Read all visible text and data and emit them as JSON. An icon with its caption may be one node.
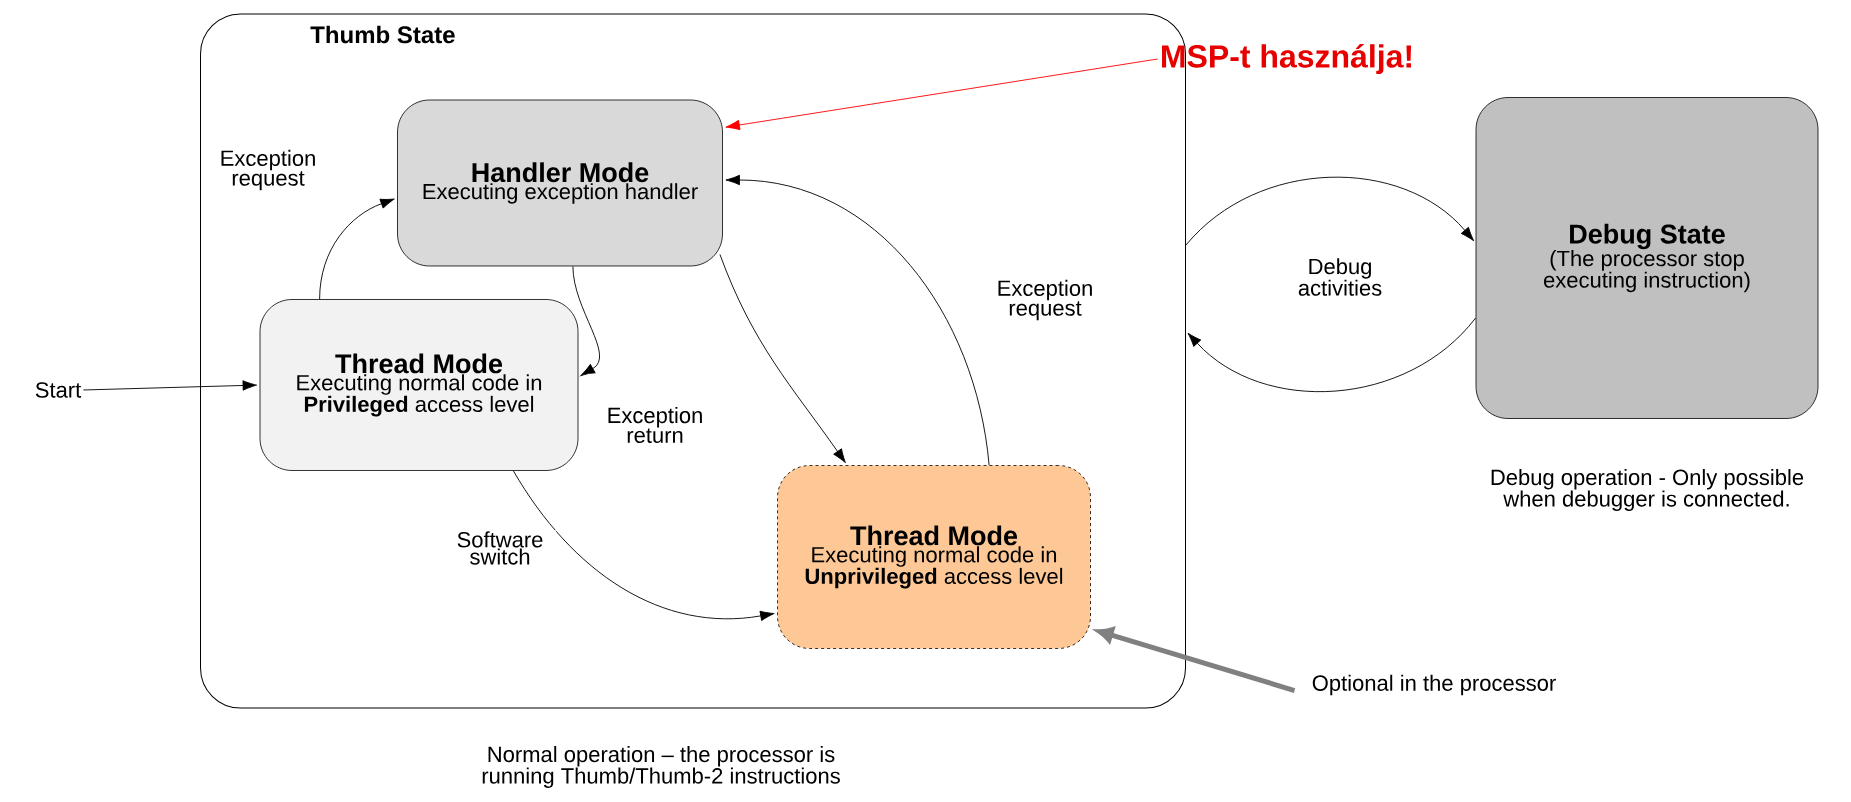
{
  "diagram": {
    "nodes": [
      {
        "text": [
          "Thumb State"
        ],
        "beside": [
          "Normal operation – the processor is running Thumb/Thumb-2 instructions"
        ]
      },
      {
        "text": [
          "Handler Mode",
          "Executing exception handler"
        ],
        "in": 0
      },
      {
        "text": [
          "Thread Mode",
          "Executing normal code in **Privileged** access level"
        ],
        "in": 0
      },
      {
        "text": [
          "Thread Mode",
          "Executing normal code in **Unprivileged** access level"
        ],
        "in": 0
      },
      {
        "text": [
          "Debug State",
          "(The processor stop executing instruction)"
        ],
        "beside": [
          "Debug operation - Only possible when debugger is connected."
        ]
      },
      {
        "text": [
          "Start"
        ]
      },
      {
        "text": [
          "MSP-t használja!"
        ]
      },
      {
        "text": [
          "Optional in the processor"
        ]
      }
    ],
    "edges": [
      {
        "from": 5,
        "to": 2,
        "arrow": "to"
      },
      {
        "from": 2,
        "to": 1,
        "arrow": "to",
        "label": "Exception request"
      },
      {
        "from": 1,
        "to": 2,
        "arrow": "to",
        "label": "Exception return"
      },
      {
        "from": 1,
        "to": 3,
        "arrow": "to"
      },
      {
        "from": 3,
        "to": 1,
        "arrow": "to",
        "label": "Exception request"
      },
      {
        "from": 2,
        "to": 3,
        "arrow": "to",
        "label": "Software switch"
      },
      {
        "from": 0,
        "to": 4,
        "arrow": "to",
        "label": "Debug activities"
      },
      {
        "from": 4,
        "to": 0,
        "arrow": "to"
      },
      {
        "from": 6,
        "to": 1,
        "arrow": "to",
        "color": "#ff0000"
      },
      {
        "from": 7,
        "to": 3,
        "arrow": "to",
        "style": "thick",
        "color": "#808080"
      }
    ]
  }
}
